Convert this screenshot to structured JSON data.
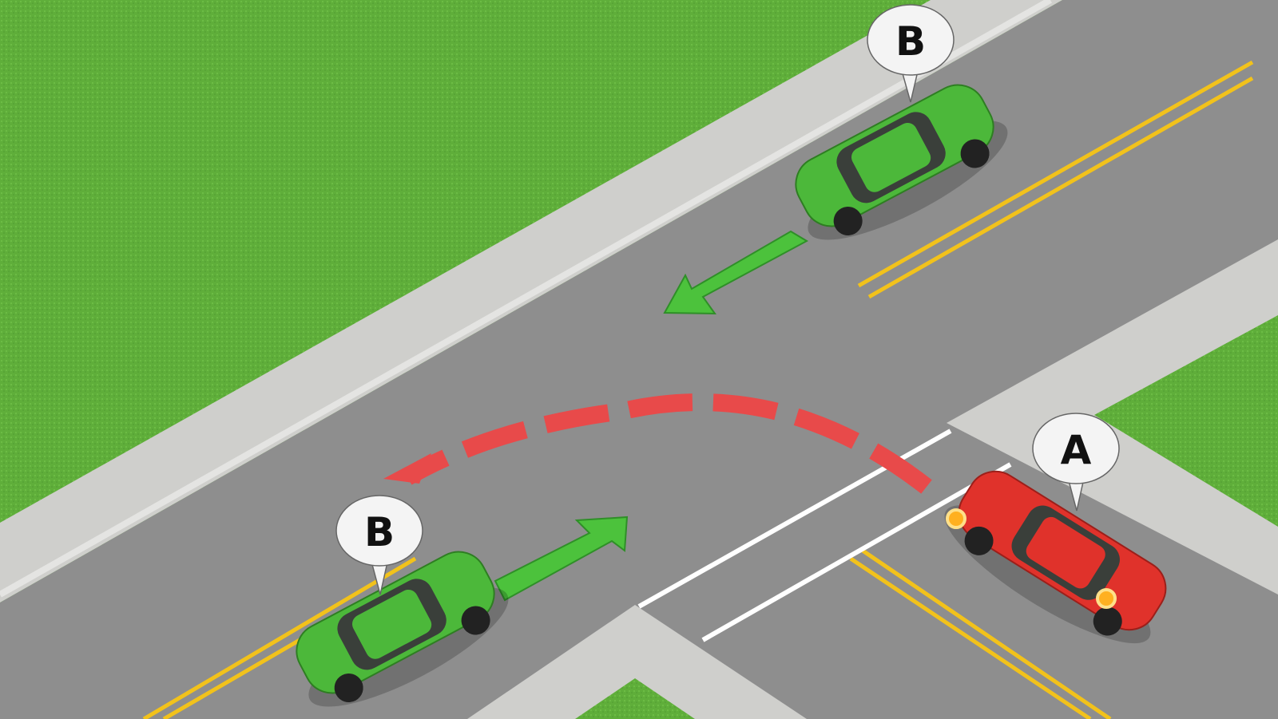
{
  "scene": {
    "description_labels": {
      "car_b_top": "B",
      "car_b_bottom": "B",
      "car_a": "A"
    },
    "colors": {
      "grass": "#5fae3a",
      "sidewalk": "#cfcfcc",
      "road": "#8e8e8e",
      "yellow_line": "#f2c21b",
      "white_line": "#ffffff",
      "green_car": "#4cb83a",
      "red_car": "#e0322b",
      "green_arrow": "#4cc23c",
      "red_path": "#e84a4a"
    }
  }
}
